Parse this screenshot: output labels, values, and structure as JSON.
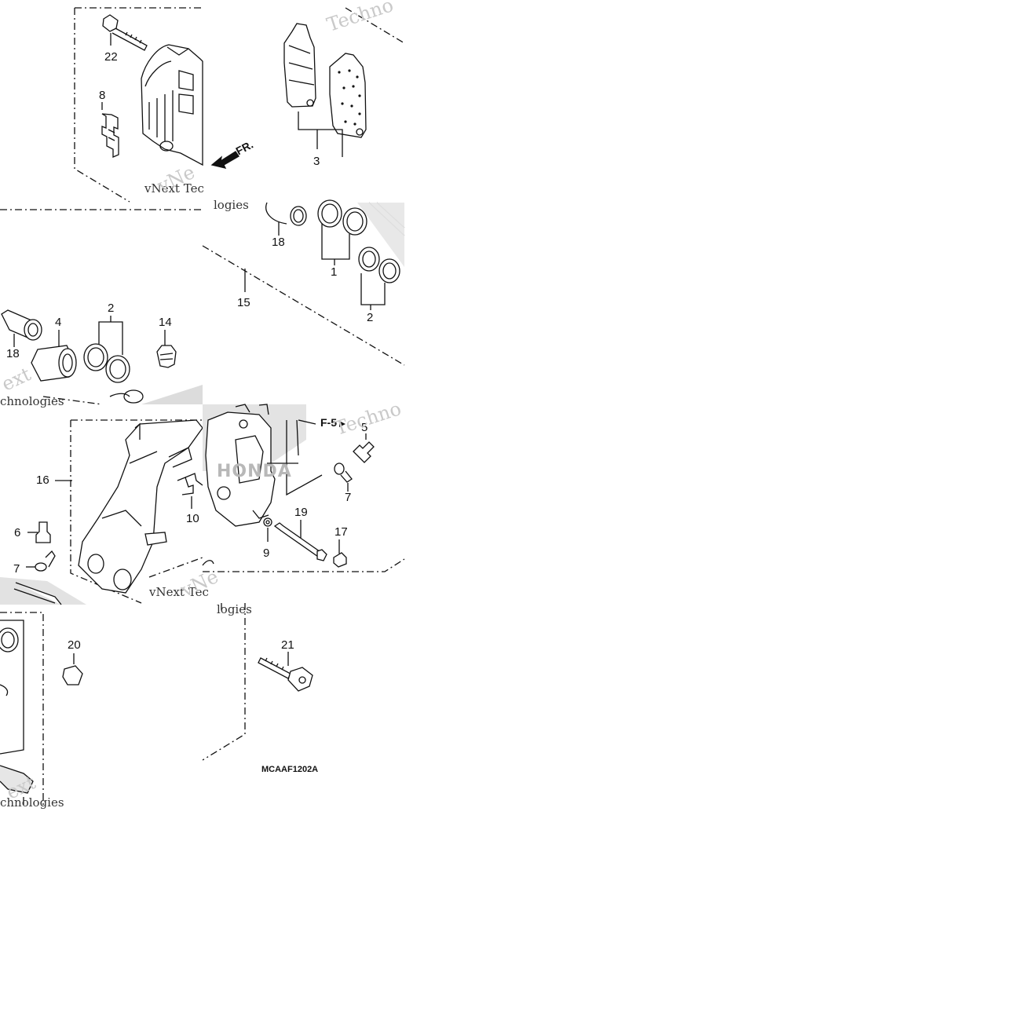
{
  "diagram": {
    "code": "MCAAF1202A",
    "direction_label": "FR.",
    "reference_label": "F-5",
    "labels": [
      "22",
      "8",
      "3",
      "18",
      "1",
      "15",
      "2",
      "18",
      "4",
      "2",
      "14",
      "16",
      "6",
      "7",
      "10",
      "5",
      "7",
      "9",
      "19",
      "17",
      "20",
      "21"
    ],
    "watermarks": {
      "tr": "Techno",
      "tile1": "vNext Tec",
      "tile1b": "vNe",
      "tile2": "logies",
      "tile3": "ext",
      "tile3b": "chnologies",
      "tile4": "Techno",
      "tile5": "vNext Tec",
      "tile5b": "vNe",
      "tile6": "logies",
      "tile7": "ext",
      "tile7b": "chnologies"
    },
    "brand_mark": "HONDA"
  }
}
